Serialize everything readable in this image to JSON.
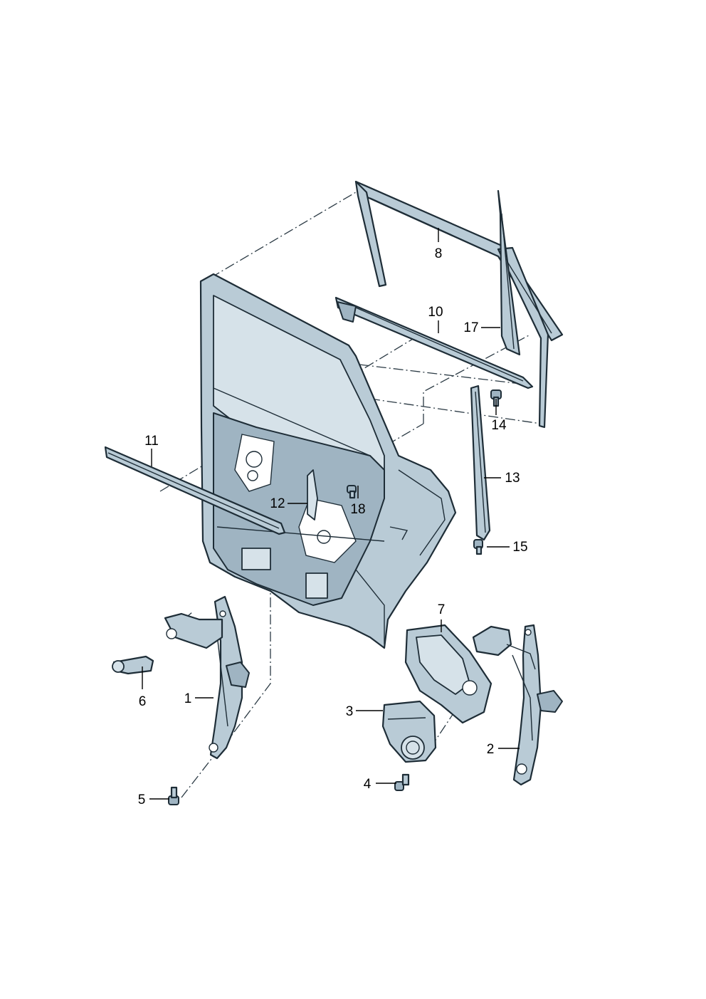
{
  "diagram": {
    "callouts": [
      {
        "id": "c1",
        "label": "1"
      },
      {
        "id": "c2",
        "label": "2"
      },
      {
        "id": "c3",
        "label": "3"
      },
      {
        "id": "c4",
        "label": "4"
      },
      {
        "id": "c5",
        "label": "5"
      },
      {
        "id": "c6",
        "label": "6"
      },
      {
        "id": "c7",
        "label": "7"
      },
      {
        "id": "c8",
        "label": "8"
      },
      {
        "id": "c10",
        "label": "10"
      },
      {
        "id": "c11",
        "label": "11"
      },
      {
        "id": "c12",
        "label": "12"
      },
      {
        "id": "c13",
        "label": "13"
      },
      {
        "id": "c14",
        "label": "14"
      },
      {
        "id": "c15",
        "label": "15"
      },
      {
        "id": "c17",
        "label": "17"
      },
      {
        "id": "c18",
        "label": "18"
      }
    ]
  },
  "colors": {
    "part_fill": "#b9cbd6",
    "outline": "#1e2d37",
    "background": "#ffffff"
  }
}
